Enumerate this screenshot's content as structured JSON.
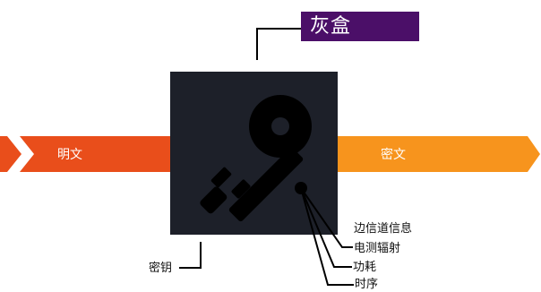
{
  "diagram": {
    "title": "灰盒",
    "plaintext": "明文",
    "ciphertext": "密文",
    "key_label": "密钥",
    "side_channel_label": "边信道信息",
    "side_channel_items": [
      "电测辐射",
      "功耗",
      "时序"
    ]
  },
  "colors": {
    "title_bg": "#4b0f68",
    "box": "#1d2029",
    "left_arrow": "#e94e1b",
    "right_arrow": "#f7941d",
    "line": "#000000"
  },
  "icons": {
    "key": "key-icon"
  }
}
